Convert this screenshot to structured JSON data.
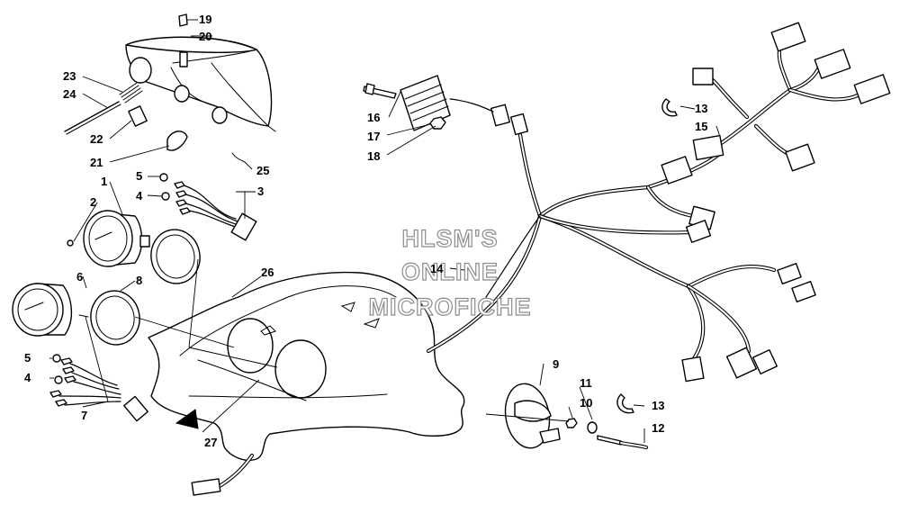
{
  "watermark": {
    "line1": "HLSM'S",
    "line2": "ONLINE",
    "line3": "MICROFICHE"
  },
  "callouts": {
    "c1": "1",
    "c2": "2",
    "c3": "3",
    "c4a": "4",
    "c4b": "4",
    "c5a": "5",
    "c5b": "5",
    "c6": "6",
    "c7": "7",
    "c8": "8",
    "c9": "9",
    "c10": "10",
    "c11": "11",
    "c12": "12",
    "c13a": "13",
    "c13b": "13",
    "c14": "14",
    "c15": "15",
    "c16": "16",
    "c17": "17",
    "c18": "18",
    "c19": "19",
    "c20": "20",
    "c21": "21",
    "c22": "22",
    "c23": "23",
    "c24": "24",
    "c25": "25",
    "c26": "26",
    "c27": "27"
  }
}
